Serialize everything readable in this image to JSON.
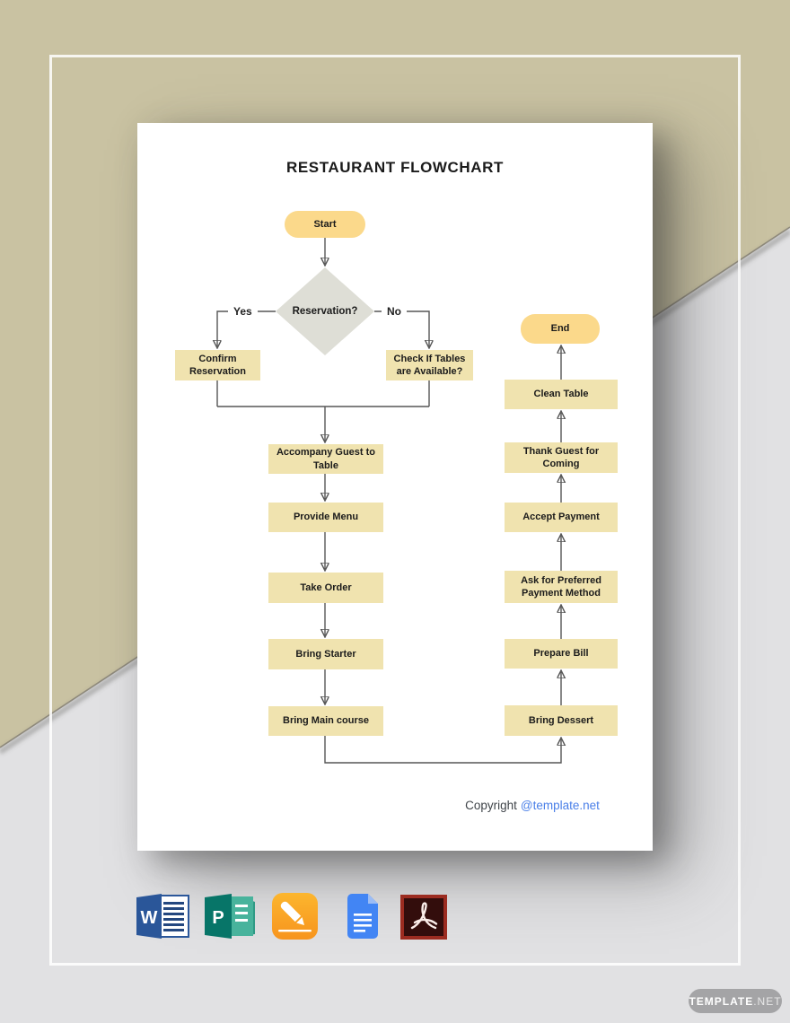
{
  "document": {
    "title": "RESTAURANT FLOWCHART",
    "copyright": {
      "prefix": "Copyright",
      "handle": "@template.net"
    }
  },
  "flowchart": {
    "start_label": "Start",
    "end_label": "End",
    "decision_label": "Reservation?",
    "branch_yes": "Yes",
    "branch_no": "No",
    "steps": {
      "confirm_reservation": "Confirm Reservation",
      "check_tables": "Check If Tables are Available?",
      "accompany_guest": "Accompany Guest to Table",
      "provide_menu": "Provide Menu",
      "take_order": "Take Order",
      "bring_starter": "Bring Starter",
      "bring_main_course": "Bring Main course",
      "bring_dessert": "Bring Dessert",
      "prepare_bill": "Prepare Bill",
      "ask_payment_method": "Ask for Preferred Payment Method",
      "accept_payment": "Accept Payment",
      "thank_guest": "Thank Guest for Coming",
      "clean_table": "Clean Table",
      "end": "End"
    }
  },
  "footer": {
    "badge": {
      "bold": "TEMPLATE",
      "light": ".NET"
    },
    "app_icons": [
      "ms-word-icon",
      "ms-publisher-icon",
      "apple-pages-icon",
      "google-docs-icon",
      "adobe-acrobat-icon"
    ]
  },
  "colors": {
    "bg_tan": "#C9C2A2",
    "bg_gray": "#E1E1E3",
    "process_fill": "#F0E3AF",
    "terminal_fill": "#FBD98B",
    "decision_fill": "#DEDED6",
    "connector": "#565656",
    "arrowhead": "#1F1F1F",
    "ink": "#1B1B1B",
    "link_blue": "#4A7FE8",
    "copyright_gray": "#3F4449",
    "badge_bg": "#A4A4A6",
    "badge_text": "#FFFFFF"
  }
}
